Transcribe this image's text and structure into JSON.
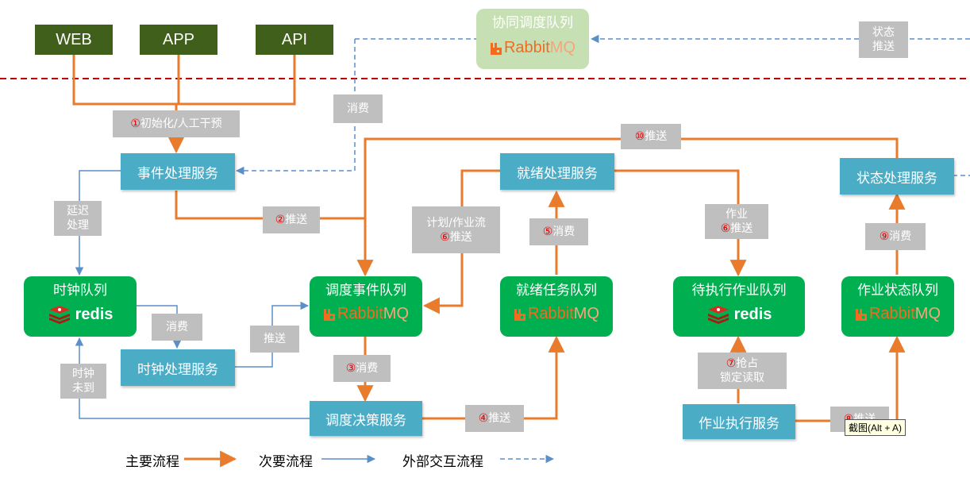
{
  "sources": {
    "web": "WEB",
    "app": "APP",
    "api": "API"
  },
  "services": {
    "event": "事件处理服务",
    "ready": "就绪处理服务",
    "state": "状态处理服务",
    "clock": "时钟处理服务",
    "decision": "调度决策服务",
    "exec": "作业执行服务"
  },
  "queues": {
    "coop": {
      "title": "协同调度队列",
      "tech": "RabbitMQ"
    },
    "clock": {
      "title": "时钟队列",
      "tech": "redis"
    },
    "event": {
      "title": "调度事件队列",
      "tech": "RabbitMQ"
    },
    "ready": {
      "title": "就绪任务队列",
      "tech": "RabbitMQ"
    },
    "pending": {
      "title": "待执行作业队列",
      "tech": "redis"
    },
    "jobstate": {
      "title": "作业状态队列",
      "tech": "RabbitMQ"
    }
  },
  "labels": {
    "init": {
      "num": "①",
      "text": "初始化/人工干预"
    },
    "push2": {
      "num": "②",
      "text": "推送"
    },
    "consume3": {
      "num": "③",
      "text": "消费"
    },
    "push4": {
      "num": "④",
      "text": "推送"
    },
    "consume5": {
      "num": "⑤",
      "text": "消费"
    },
    "plan6": {
      "line1": "计划/作业流",
      "num": "⑥",
      "text": "推送"
    },
    "job6": {
      "line1": "作业",
      "num": "⑥",
      "text": "推送"
    },
    "grab7": {
      "num": "⑦",
      "text": "抢占",
      "line2": "锁定读取"
    },
    "push8": {
      "num": "⑧",
      "text": "推送"
    },
    "consume9": {
      "num": "⑨",
      "text": "消费"
    },
    "push10": {
      "num": "⑩",
      "text": "推送"
    },
    "delay": {
      "line1": "延迟",
      "line2": "处理"
    },
    "clock_due": {
      "line1": "时钟",
      "line2": "未到"
    },
    "consume_clock": "消费",
    "push_clock": "推送",
    "consume_coop": "消费",
    "state_push": {
      "line1": "状态",
      "line2": "推送"
    }
  },
  "legend": {
    "main": "主要流程",
    "secondary": "次要流程",
    "external": "外部交互流程"
  },
  "tooltip": "截图(Alt + A)",
  "colors": {
    "main": "#e97b2c",
    "secondary": "#5b8fc8",
    "external": "#5b8fc8",
    "divider": "#c00000"
  }
}
